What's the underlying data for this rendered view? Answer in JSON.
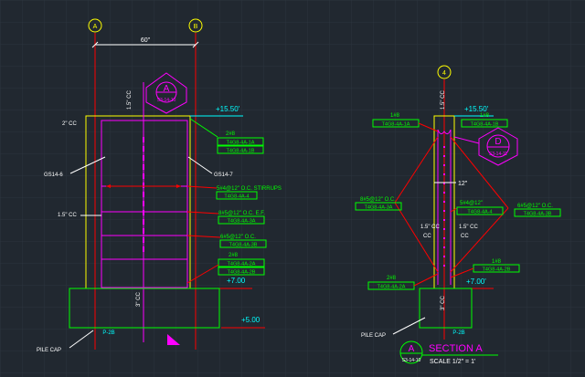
{
  "colors": {
    "background": "#212830",
    "grid": "#2c343e",
    "yellow": "#ffff00",
    "green": "#00ff00",
    "magenta": "#ff00ff",
    "red": "#ff0000",
    "cyan": "#00ffff",
    "white": "#ffffff"
  },
  "left_section": {
    "grid_bubble_a": "A",
    "grid_bubble_b": "B",
    "width_dim": "60\"",
    "cover_top": "1.5\" CC",
    "cover_side": "2\" CC",
    "cover_bottom": "3\" CC",
    "cover_left": "1.5\" CC",
    "section_marker_letter": "A",
    "section_marker_ref": "S3-14-10",
    "elev_top": "+15.50'",
    "elev_mid": "+7.00",
    "elev_bottom": "+5.00",
    "label_1_qty": "2#8",
    "label_1_tags": [
      "T4G8-4A-1A",
      "T4G8-4A-1B"
    ],
    "label_2_text": "5#4@12\" O.C. STIRRUPS",
    "label_2_tags": [
      "T4G8-4A-4"
    ],
    "label_3_text": "8#5@12\" O.C. E.F.",
    "label_3_tags": [
      "T4G8-4A-3A"
    ],
    "label_4_text": "6#5@12\" O.C.",
    "label_4_tags": [
      "T4G8-4A-3B"
    ],
    "label_5_qty": "2#8",
    "label_5_tags": [
      "T4G8-4A-2A",
      "T4G8-4A-2B"
    ],
    "callout_left": "GS14-6",
    "callout_right": "GS14-7",
    "pile_tag": "P-2B",
    "pile_cap_label": "PILE CAP"
  },
  "right_section": {
    "grid_bubble": "4",
    "cover_top": "1.5\" CC",
    "cover_bottom": "3\" CC",
    "cover_left": "1.5\" CC",
    "cover_right": "1.5\" CC",
    "dim_12": "12\"",
    "elev_top": "+15.50'",
    "elev_mid": "+7.00'",
    "top_left_qty": "1#8",
    "top_left_tag": "T4G8-4A-1A",
    "top_right_qty": "1#8",
    "top_right_tag": "T4G8-4A-1B",
    "marker_letter": "D",
    "marker_ref": "S3-14-11",
    "left_label_text": "8#5@12\" O.C.",
    "left_label_tag": "T4G8-4A-3A",
    "mid_label_text": "5#4@12\"",
    "mid_label_tag": "T4G8-4A-4",
    "right_label_text": "6#5@12\" O.C.",
    "right_label_tag": "T4G8-4A-3B",
    "bottom_left_qty": "2#8",
    "bottom_left_tag": "T4G8-4A-2A",
    "bottom_right_qty": "1#8",
    "bottom_right_tag": "T4G8-4A-2B",
    "pile_tag": "P-2B",
    "pile_cap_label": "PILE CAP"
  },
  "section_title": {
    "letter": "A",
    "sheet_ref": "S3-14-10",
    "title": "SECTION  A",
    "scale": "SCALE 1/2\" = 1'"
  }
}
